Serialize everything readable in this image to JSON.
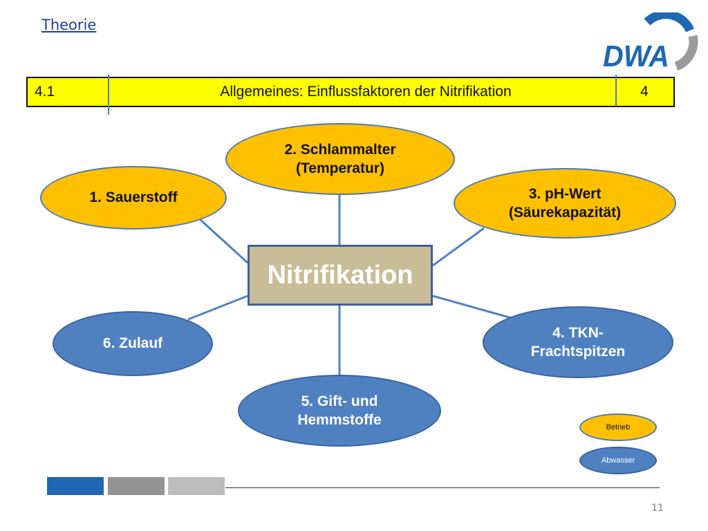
{
  "nav": {
    "theory_link": "Theorie"
  },
  "logo": {
    "text": "DWA",
    "accent_color": "#1f68b2",
    "ring_color": "#9a9a9a"
  },
  "header": {
    "section_number": "4.1",
    "title": "Allgemeines:  Einflussfaktoren der Nitrifikation",
    "page_ref": "4"
  },
  "diagram": {
    "center": "Nitrifikation",
    "factors": [
      {
        "label": "1.  Sauerstoff",
        "category": "Betrieb"
      },
      {
        "label": "2.  Schlammalter\n(Temperatur)",
        "category": "Betrieb"
      },
      {
        "label": "3.  pH-Wert\n(Säurekapazität)",
        "category": "Betrieb"
      },
      {
        "label": "4.  TKN-\nFrachtspitzen",
        "category": "Abwasser"
      },
      {
        "label": "5.  Gift- und\nHemmstoffe",
        "category": "Abwasser"
      },
      {
        "label": "6.  Zulauf",
        "category": "Abwasser"
      }
    ],
    "colors": {
      "betrieb": "#ffc000",
      "abwasser": "#4f81c1",
      "center": "#c9bd97",
      "header": "#ffff00"
    }
  },
  "legend": {
    "betrieb": "Betrieb",
    "abwasser": "Abwasser"
  },
  "footer": {
    "page_number": "11"
  }
}
